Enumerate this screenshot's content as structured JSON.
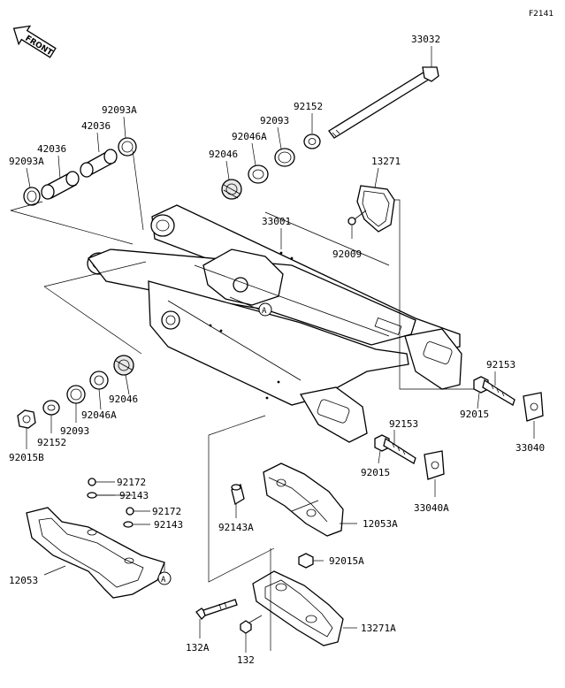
{
  "figure_ref": "F2141",
  "front_label": "FRONT",
  "callout_letter": "A",
  "labels": {
    "p33032": "33032",
    "p92093A_top": "92093A",
    "p42036_top": "42036",
    "p42036_mid": "42036",
    "p92093A_left": "92093A",
    "p92152_top": "92152",
    "p92093_top": "92093",
    "p92046A_top": "92046A",
    "p92046_top": "92046",
    "p13271": "13271",
    "p33001": "33001",
    "p92009": "92009",
    "p92046_low": "92046",
    "p92046A_low": "92046A",
    "p92093_low": "92093",
    "p92152_low": "92152",
    "p92015B": "92015B",
    "p92153_right": "92153",
    "p92015_right": "92015",
    "p33040": "33040",
    "p92153_mid": "92153",
    "p92015_mid": "92015",
    "p33040A": "33040A",
    "p92172_a": "92172",
    "p92143_a": "92143",
    "p92172_b": "92172",
    "p92143_b": "92143",
    "p12053": "12053",
    "p92143A": "92143A",
    "p12053A": "12053A",
    "p92015A": "92015A",
    "p13271A": "13271A",
    "p132A": "132A",
    "p132": "132"
  }
}
